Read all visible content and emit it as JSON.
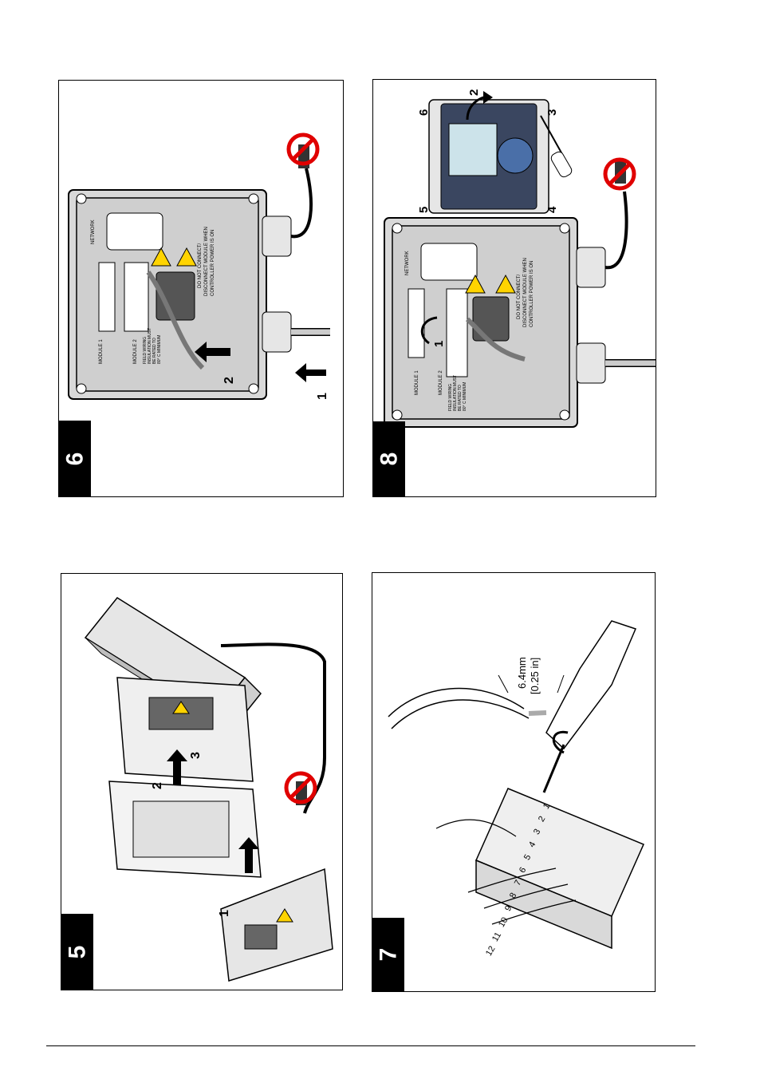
{
  "figures": {
    "fig6": {
      "step_number": "6",
      "arrow_labels": [
        "1",
        "2"
      ],
      "warning_text": [
        "DO NOT CONNECT/",
        "DISCONNECT MODULE WHEN",
        "CONTROLLER POWER IS ON"
      ],
      "network_label": "NETWORK",
      "module_labels": [
        "MODULE 1",
        "MODULE 2"
      ],
      "field_wiring_text": [
        "FIELD WIRING",
        "INSULATION MUST",
        "BE RATED TO",
        "80° C MINIMUM"
      ]
    },
    "fig8": {
      "step_number": "8",
      "arrow_labels": [
        "1",
        "2",
        "3",
        "4",
        "5",
        "6"
      ],
      "warning_text": [
        "DO NOT CONNECT/",
        "DISCONNECT MODULE WHEN",
        "CONTROLLER POWER IS ON"
      ],
      "network_label": "NETWORK",
      "module_labels": [
        "MODULE 1",
        "MODULE 2"
      ],
      "field_wiring_text": [
        "FIELD WIRING",
        "INSULATION MUST",
        "BE RATED TO",
        "80° C MINIMUM"
      ]
    },
    "fig5": {
      "step_number": "5",
      "arrow_labels": [
        "1",
        "2",
        "3"
      ]
    },
    "fig7": {
      "step_number": "7",
      "strip_length": "6.4mm",
      "strip_length_in": "[0.25 in]",
      "terminal_numbers": [
        "1",
        "2",
        "3",
        "4",
        "5",
        "6",
        "7",
        "8",
        "9",
        "10",
        "11",
        "12"
      ]
    }
  }
}
